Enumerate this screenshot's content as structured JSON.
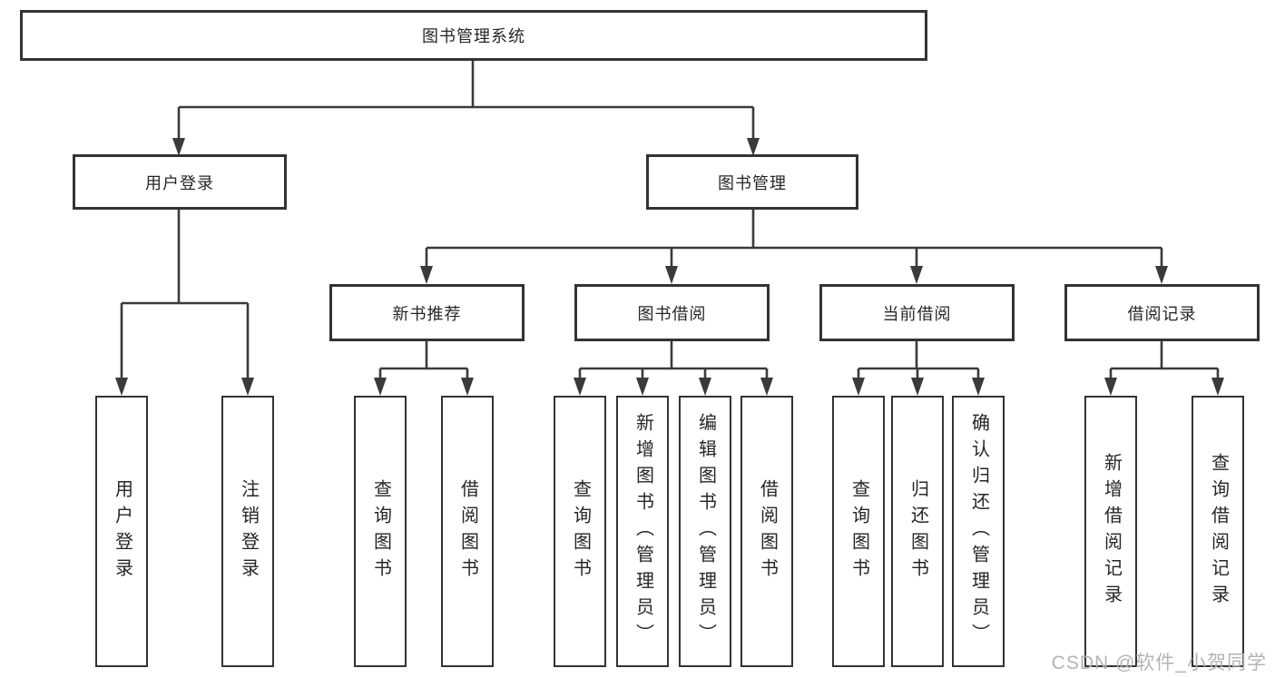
{
  "diagram": {
    "title": "图书管理系统",
    "level2": {
      "user_login": "用户登录",
      "book_mgmt": "图书管理"
    },
    "level3": {
      "new_books": "新书推荐",
      "book_borrow": "图书借阅",
      "current_borrow": "当前借阅",
      "borrow_records": "借阅记录"
    },
    "leaves": {
      "user_login": "用户登录",
      "logout": "注销登录",
      "nb_query_books": "查询图书",
      "nb_borrow_books": "借阅图书",
      "bb_query_books": "查询图书",
      "bb_add_books": "新增图书（管理员）",
      "bb_edit_books": "编辑图书（管理员）",
      "bb_borrow_books": "借阅图书",
      "cb_query_books": "查询图书",
      "cb_return_books": "归还图书",
      "cb_confirm_return": "确认归还（管理员）",
      "br_add_record": "新增借阅记录",
      "br_query_record": "查询借阅记录"
    },
    "line_color": "#3a3a3a",
    "border_color": "#333333"
  },
  "watermark": "CSDN @软件_小贺同学"
}
